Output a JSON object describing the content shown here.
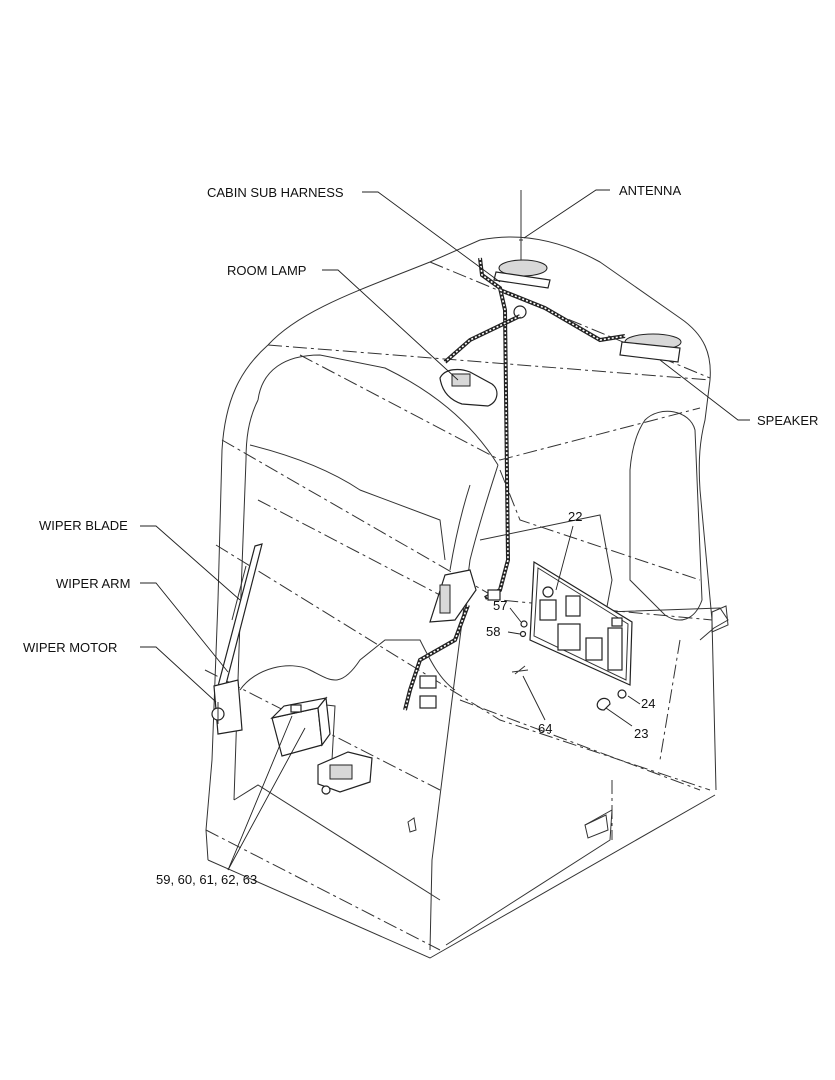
{
  "diagram": {
    "labels": {
      "cabin_sub_harness": "CABIN SUB HARNESS",
      "antenna": "ANTENNA",
      "room_lamp": "ROOM LAMP",
      "speaker": "SPEAKER",
      "wiper_blade": "WIPER BLADE",
      "wiper_arm": "WIPER ARM",
      "wiper_motor": "WIPER MOTOR",
      "ref_22": "22",
      "ref_57": "57",
      "ref_58": "58",
      "ref_24": "24",
      "ref_64": "64",
      "ref_23": "23",
      "ref_59_63": "59, 60, 61, 62, 63"
    }
  }
}
